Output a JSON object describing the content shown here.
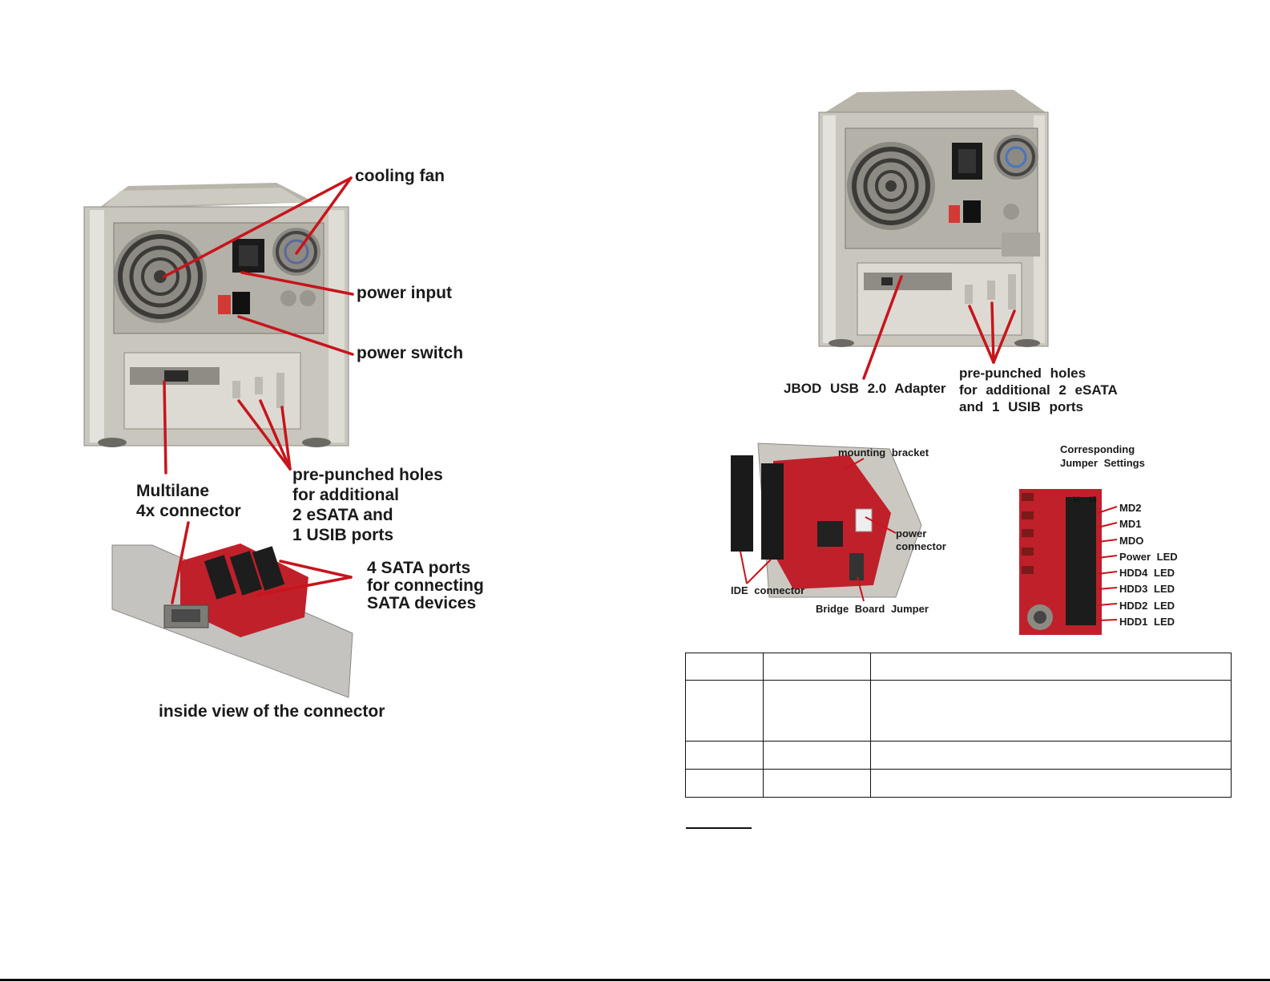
{
  "left_panel": {
    "callouts": {
      "cooling_fan": "cooling fan",
      "power_input": "power input",
      "power_switch": "power switch",
      "multilane_line1": "Multilane",
      "multilane_line2": "4x connector",
      "holes_line1": "pre-punched holes",
      "holes_line2": "for additional",
      "holes_line3": "2 eSATA and",
      "holes_line4": "1 USIB ports",
      "sata_line1": "4 SATA ports",
      "sata_line2": "for connecting",
      "sata_line3": "SATA devices"
    },
    "caption": "inside view of the connector"
  },
  "right_panel": {
    "callouts": {
      "adapter": "JBOD USB 2.0 Adapter",
      "holes_line1": "pre-punched holes",
      "holes_line2": "for additional 2 eSATA",
      "holes_line3": "and 1 USIB ports"
    },
    "board": {
      "mounting_bracket": "mounting bracket",
      "power_connector_line1": "power",
      "power_connector_line2": "connector",
      "ide_connector": "IDE connector",
      "bridge_jumper": "Bridge Board Jumper"
    },
    "jumpers": {
      "title_line1": "Corresponding",
      "title_line2": "Jumper Settings",
      "labels": [
        "MD2",
        "MD1",
        "MDO",
        "Power LED",
        "HDD4 LED",
        "HDD3 LED",
        "HDD2 LED",
        "HDD1 LED"
      ],
      "pcb_marks": [
        "16",
        "15"
      ]
    }
  },
  "colors": {
    "callout_line": "#c8141c",
    "pcb_red": "#c0202a",
    "chassis": "#c9c6bd"
  }
}
